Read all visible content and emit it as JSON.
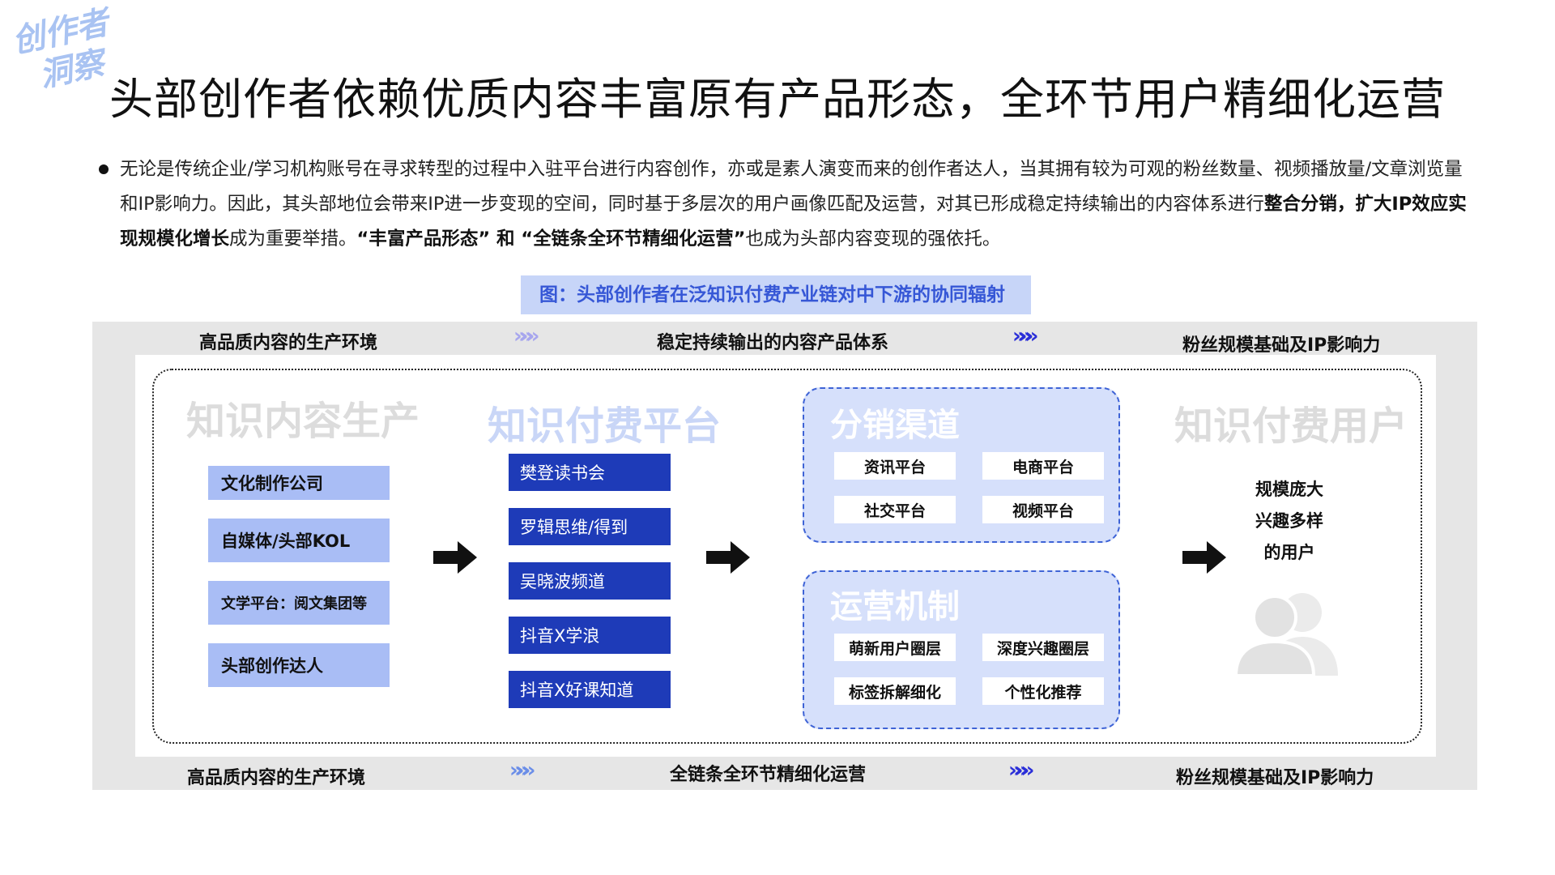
{
  "stamp": {
    "line1": "创作者",
    "line2": "洞察"
  },
  "title": "头部创作者依赖优质内容丰富原有产品形态，全环节用户精细化运营",
  "paragraph": {
    "segments": [
      {
        "text": "无论是传统企业/学习机构账号在寻求转型的过程中入驻平台进行内容创作，亦或是素人演变而来的创作者达人，当其拥有较为可观的粉丝数量、视频播放量/文章浏览量和IP影响力。因此，其头部地位会带来IP进一步变现的空间，同时基于多层次的用户画像匹配及运营，对其已形成稳定持续输出的内容体系进行",
        "bold": false
      },
      {
        "text": "整合分销，扩大IP效应实现规模化增长",
        "bold": true
      },
      {
        "text": "成为重要举措。",
        "bold": false
      },
      {
        "text": "“丰富产品形态”",
        "bold": true
      },
      {
        "text": " 和 ",
        "bold": false
      },
      {
        "text": "“全链条全环节精细化运营”",
        "bold": true
      },
      {
        "text": "也成为头部内容变现的强依托。",
        "bold": false
      }
    ]
  },
  "figure_caption": "图：头部创作者在泛知识付费产业链对中下游的协同辐射",
  "top_band": {
    "left": "高品质内容的生产环境",
    "center": "稳定持续输出的内容产品体系",
    "right": "粉丝规模基础及IP影响力"
  },
  "bottom_band": {
    "left": "高品质内容的生产环境",
    "center": "全链条全环节精细化运营",
    "right": "粉丝规模基础及IP影响力"
  },
  "chevrons": "»»»",
  "columns": {
    "production": {
      "heading": "知识内容生产",
      "items": [
        "文化制作公司",
        "自媒体/头部KOL",
        "文学平台：阅文集团等",
        "头部创作达人"
      ]
    },
    "platform": {
      "heading": "知识付费平台",
      "items": [
        "樊登读书会",
        "罗辑思维/得到",
        "吴晓波频道",
        "抖音X学浪",
        "抖音X好课知道"
      ]
    },
    "distribution": {
      "heading": "分销渠道",
      "items": [
        "资讯平台",
        "电商平台",
        "社交平台",
        "视频平台"
      ]
    },
    "operations": {
      "heading": "运营机制",
      "items": [
        "萌新用户圈层",
        "深度兴趣圈层",
        "标签拆解细化",
        "个性化推荐"
      ]
    },
    "users": {
      "heading": "知识付费用户",
      "lines": [
        "规模庞大",
        "兴趣多样",
        "的用户"
      ],
      "icon": "users-icon"
    }
  },
  "colors": {
    "accent_dark": "#1e3bb8",
    "accent_light": "#a9bdf5",
    "caption_bg": "#c7d5f8",
    "caption_text": "#3657d6",
    "panel_bg": "#e6e6e6"
  }
}
